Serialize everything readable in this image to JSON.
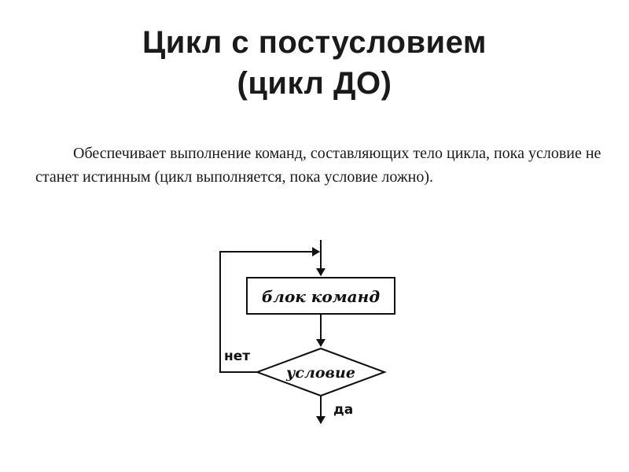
{
  "title": {
    "line1": "Цикл с постусловием",
    "line2": "(цикл ДО)"
  },
  "description": "Обеспечивает выполнение команд, составляющих тело цикла, пока условие не станет истинным (цикл выполняется, пока условие ложно).",
  "flowchart": {
    "block_label": "блок команд",
    "condition_label": "условие",
    "false_label": "нет",
    "true_label": "да"
  }
}
